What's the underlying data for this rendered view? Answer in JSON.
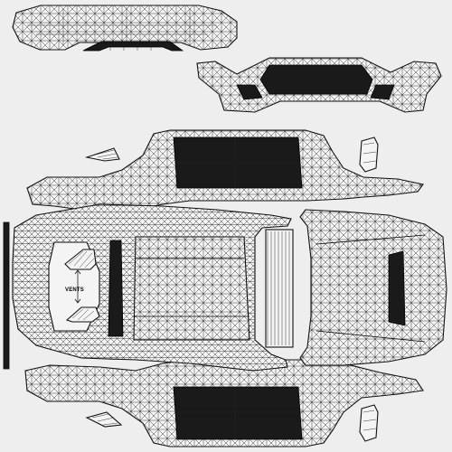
{
  "annotation": {
    "vents_label": "VENTS"
  },
  "colors": {
    "background": "#eeeeee",
    "mesh_line": "#111111",
    "panel_fill": "#f4f4f4"
  },
  "parts": [
    "rear-bumper",
    "rear-diffuser",
    "front-bumper",
    "side-panel-upper",
    "side-panel-lower",
    "body-top",
    "hood",
    "roof",
    "trunk-strip",
    "side-mirror",
    "vent-pieces"
  ]
}
